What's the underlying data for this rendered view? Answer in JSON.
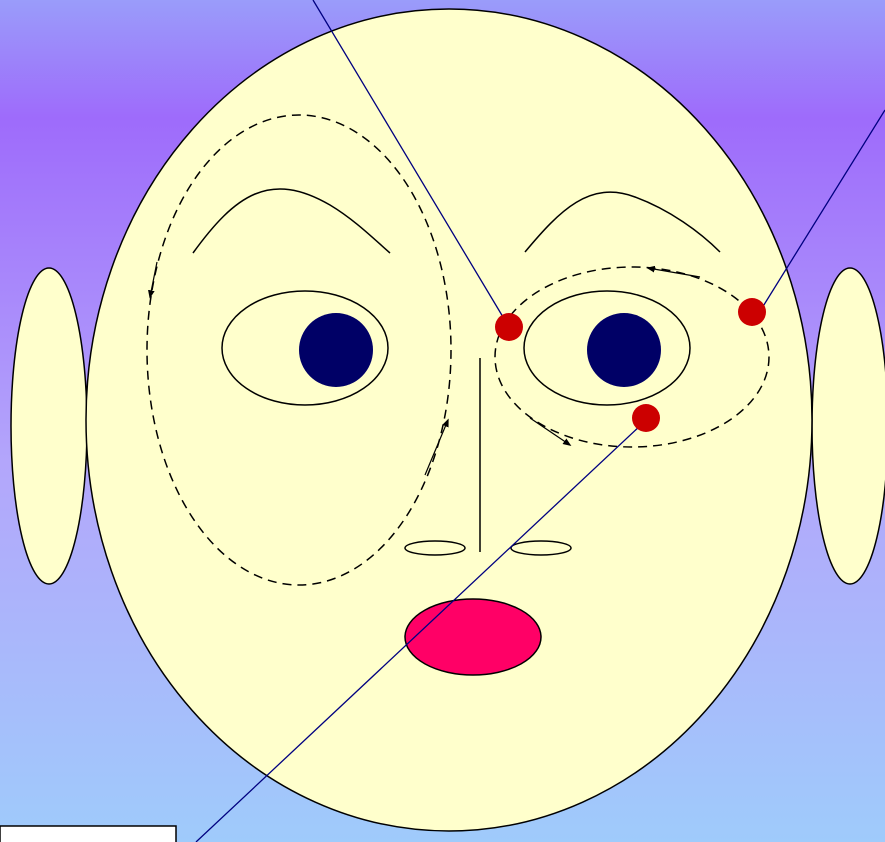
{
  "colors": {
    "background_top": "#9a9cfa",
    "background_band": "#9e6bfb",
    "background_bottom": "#9fcbfb",
    "face": "#ffffcc",
    "outline": "#000000",
    "pupil": "#000066",
    "lips": "#ff0066",
    "acupoint": "#cc0000",
    "pointer_line": "#000080"
  },
  "elements": {
    "face": "face-outline",
    "ears": [
      "left-ear",
      "right-ear"
    ],
    "eyebrows": [
      "left-eyebrow",
      "right-eyebrow"
    ],
    "eyes": [
      "left-eye",
      "right-eye"
    ],
    "pupils": [
      "left-pupil",
      "right-pupil"
    ],
    "nose": [
      "nose-bridge",
      "left-nostril",
      "right-nostril"
    ],
    "mouth": "mouth",
    "massage_paths": [
      "left-massage-path",
      "right-massage-path"
    ],
    "acupoints": [
      "acupoint-inner-eye-corner",
      "acupoint-outer-eye-corner",
      "acupoint-under-eye"
    ],
    "pointer_lines": [
      "pointer-line-inner",
      "pointer-line-outer",
      "pointer-line-under-eye"
    ],
    "label_box": "label-box"
  }
}
